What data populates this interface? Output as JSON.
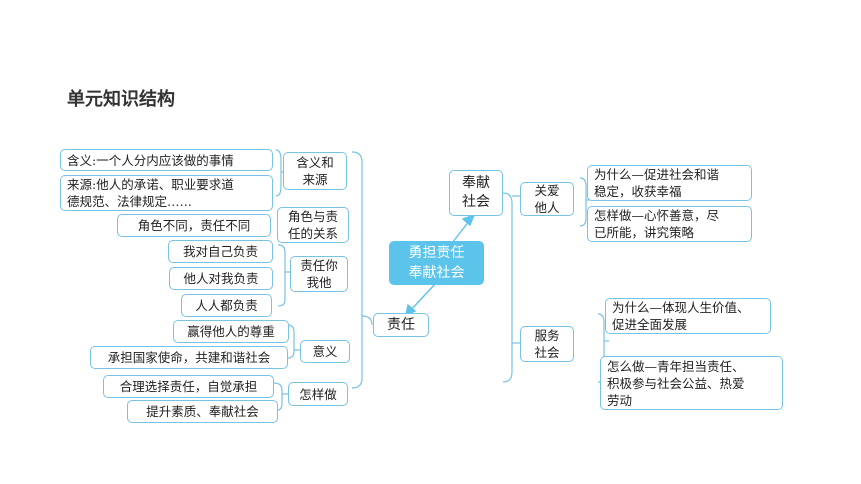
{
  "title": "单元知识结构",
  "center": "勇担责任\n奉献社会",
  "left_root": "责任",
  "right_root": "奉献\n社会",
  "left_branches": {
    "b1": {
      "label": "含义和\n来源",
      "items": [
        "含义:一个人分内应该做的事情",
        "来源:他人的承诺、职业要求道\n德规范、法律规定……"
      ]
    },
    "b2": {
      "label": "角色与责\n任的关系",
      "items": [
        "角色不同，责任不同"
      ]
    },
    "b3": {
      "label": "责任你\n我他",
      "items": [
        "我对自己负责",
        "他人对我负责",
        "人人都负责"
      ]
    },
    "b4": {
      "label": "意义",
      "items": [
        "赢得他人的尊重",
        "承担国家使命，共建和谐社会"
      ]
    },
    "b5": {
      "label": "怎样做",
      "items": [
        "合理选择责任，自觉承担",
        "提升素质、奉献社会"
      ]
    }
  },
  "right_branches": {
    "r1": {
      "label": "关爱\n他人",
      "items": [
        "为什么—促进社会和谐\n稳定，收获幸福",
        "怎样做—心怀善意，尽\n已所能，讲究策略"
      ]
    },
    "r2": {
      "label": "服务\n社会",
      "items": [
        "为什么—体现人生价值、\n促进全面发展",
        "怎么做—青年担当责任、\n积极参与社会公益、热爱\n劳动"
      ]
    }
  }
}
